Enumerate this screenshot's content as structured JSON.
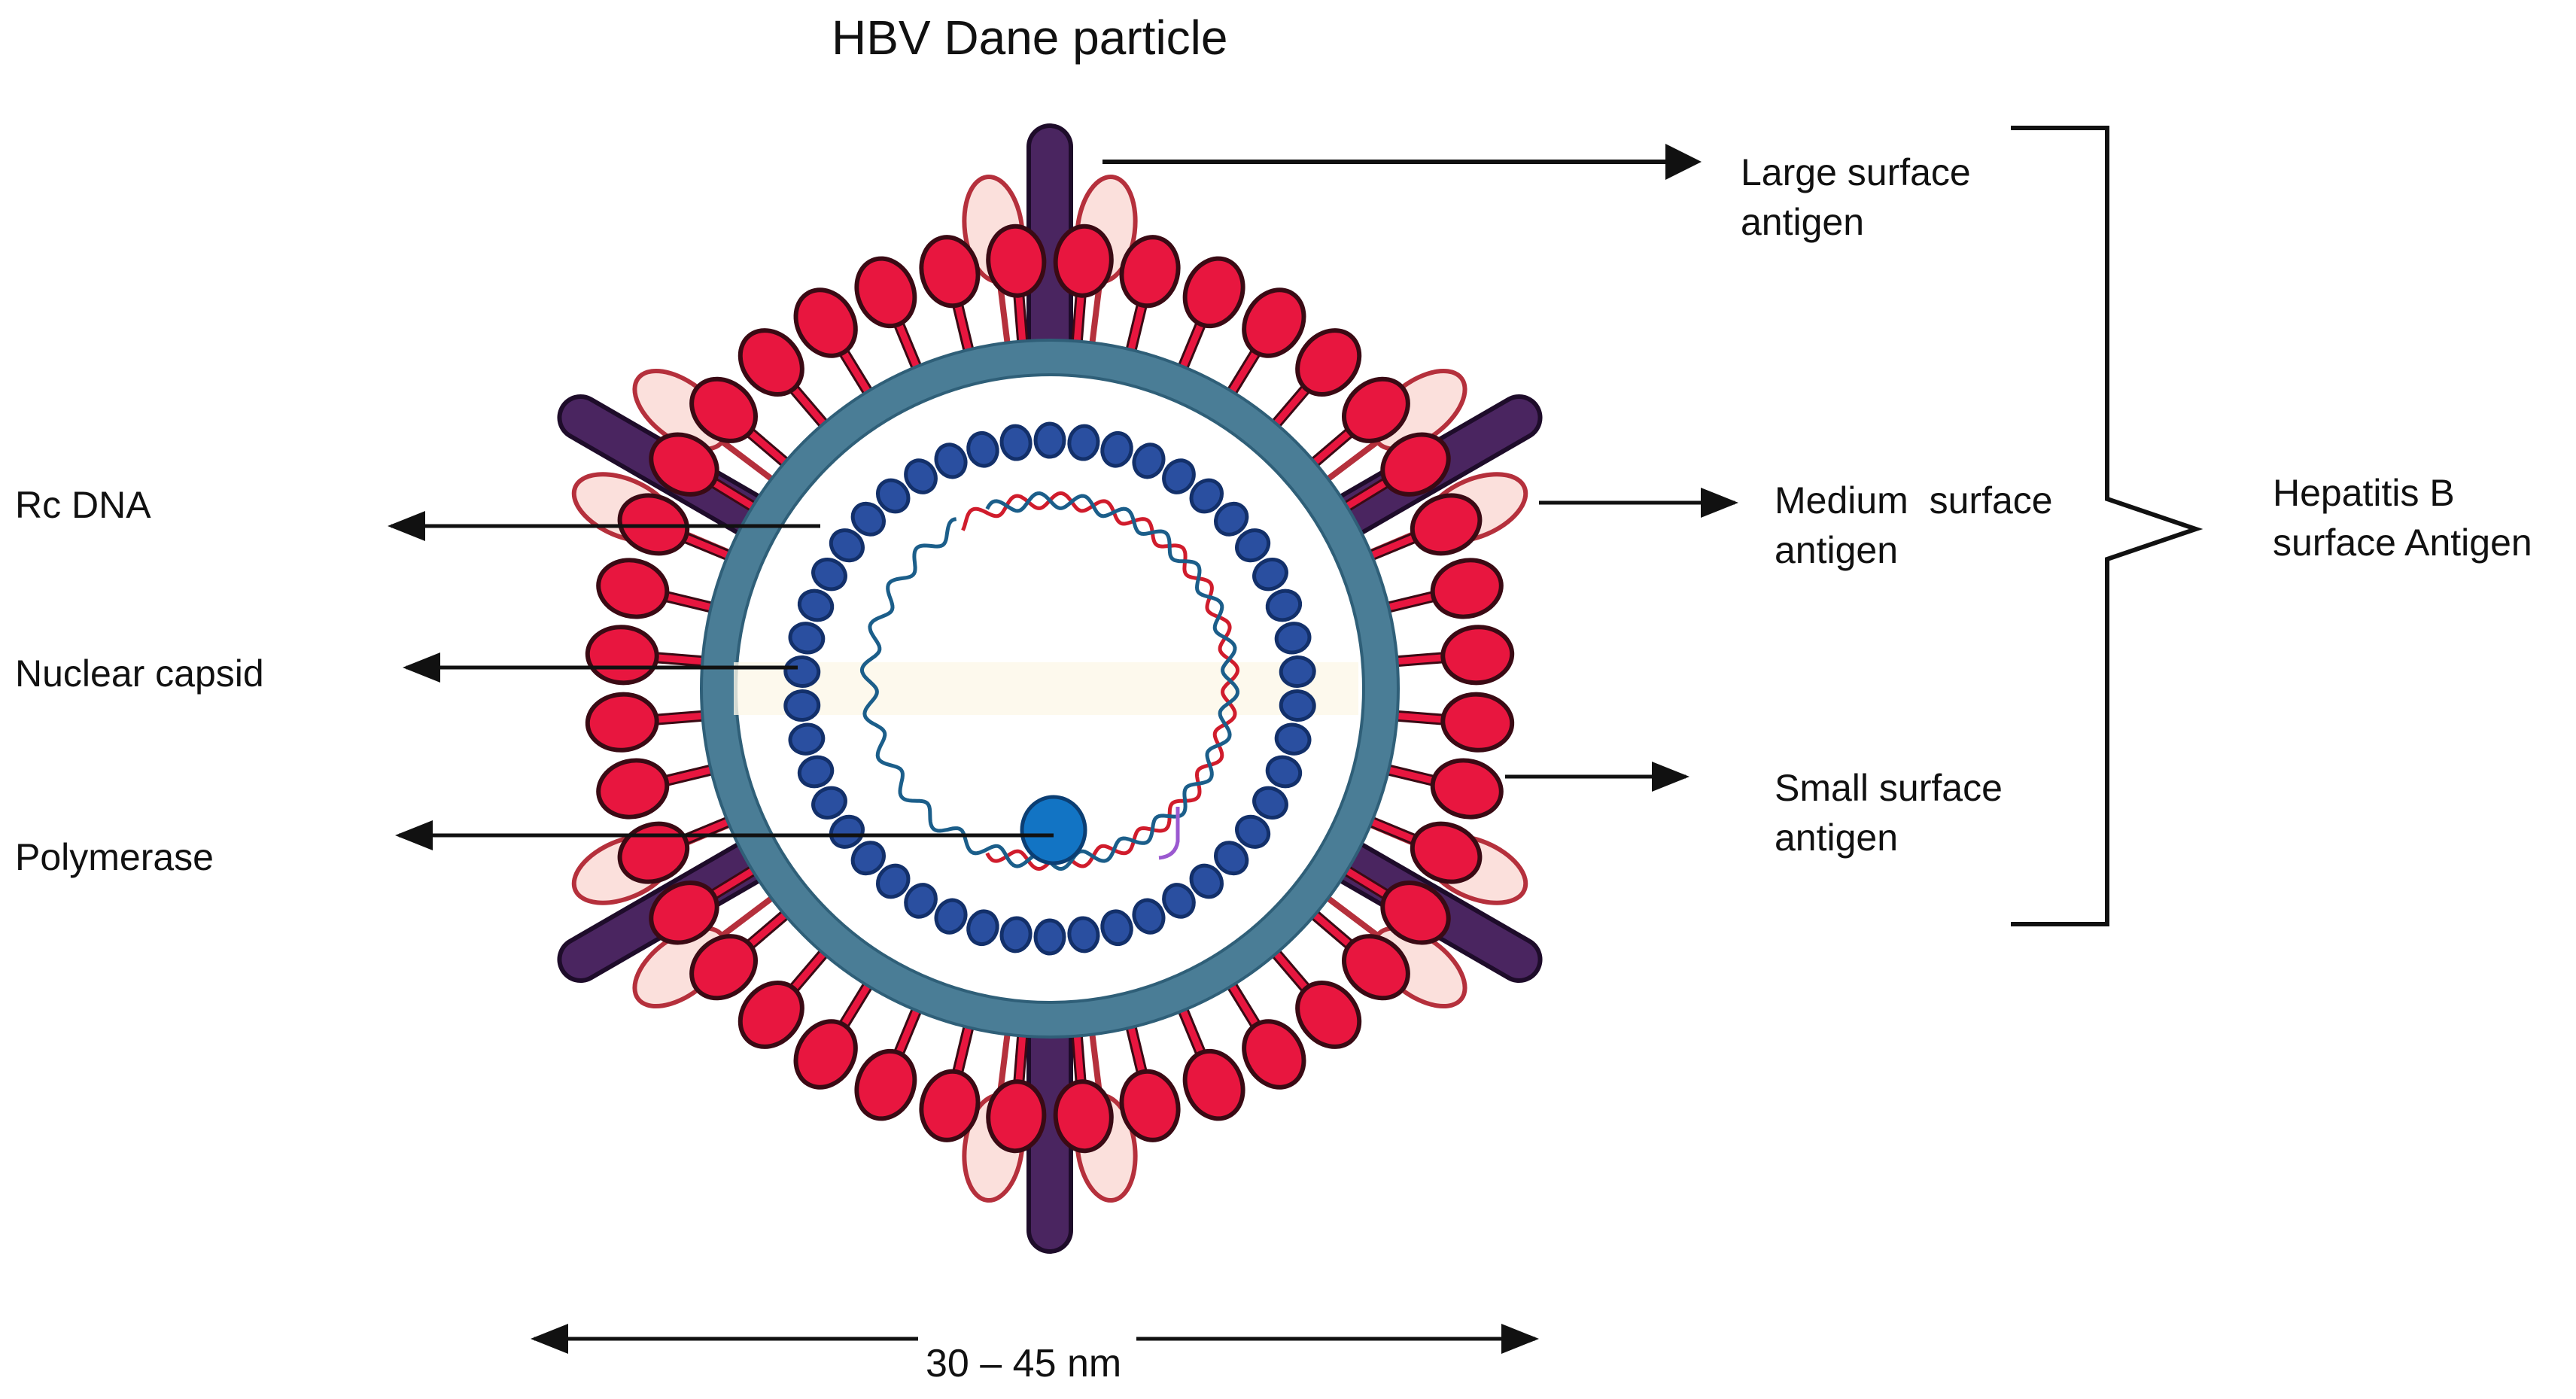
{
  "title": "HBV Dane particle",
  "labels": {
    "rc_dna": "Rc DNA",
    "nuclear_capsid": "Nuclear capsid",
    "polymerase": "Polymerase",
    "large_antigen": [
      "Large surface",
      "antigen"
    ],
    "medium_antigen": [
      "Medium  surface",
      "antigen"
    ],
    "small_antigen": [
      "Small surface",
      "antigen"
    ],
    "hbsag": [
      "Hepatitis B",
      "surface Antigen"
    ],
    "size": "30 – 45 nm"
  },
  "colors": {
    "envelope": "#4a7d96",
    "capsomer": "#2a4fa0",
    "capsomer_edge": "#13306a",
    "spike": "#e8163f",
    "spike_edge": "#3a0a14",
    "medium_spike": "#fbe0dc",
    "medium_spike_edge": "#b5303c",
    "large_spike": "#4a2560",
    "dna_red": "#d01c2c",
    "dna_blue": "#1b5e8a",
    "polymerase": "#1274c4",
    "primer": "#9b59d0"
  }
}
